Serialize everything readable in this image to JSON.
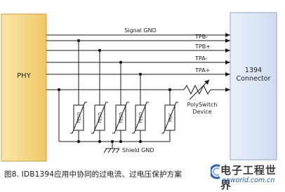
{
  "blocks": {
    "phy_label": "PHY",
    "connector_label_line1": "1394",
    "connector_label_line2": "Connector"
  },
  "lines": {
    "signal_gnd": "Signal GND",
    "tpb_minus": "TPB-",
    "tpb_plus": "TPB+",
    "tpa_minus": "TPA-",
    "tpa_plus": "TPA+"
  },
  "components": {
    "peso_labels": [
      "PESD",
      "PESD",
      "PESD",
      "PESD"
    ],
    "mlv_label": "MLV",
    "polyswitch_line1": "PolySwitch",
    "polyswitch_line2": "Device",
    "shield_gnd": "Shield GND"
  },
  "caption": "图8. IDB1394应用中协同的过电流、过电压保护方案",
  "logo": {
    "main": "电子工程世界",
    "sub": "eeworld.com.cn"
  },
  "colors": {
    "phy_fill": "#f7d98c",
    "phy_stroke": "#c9a24a",
    "connector_fill": "#dde7f6",
    "connector_stroke": "#8fa6c8",
    "wire": "#1a1a1a"
  }
}
